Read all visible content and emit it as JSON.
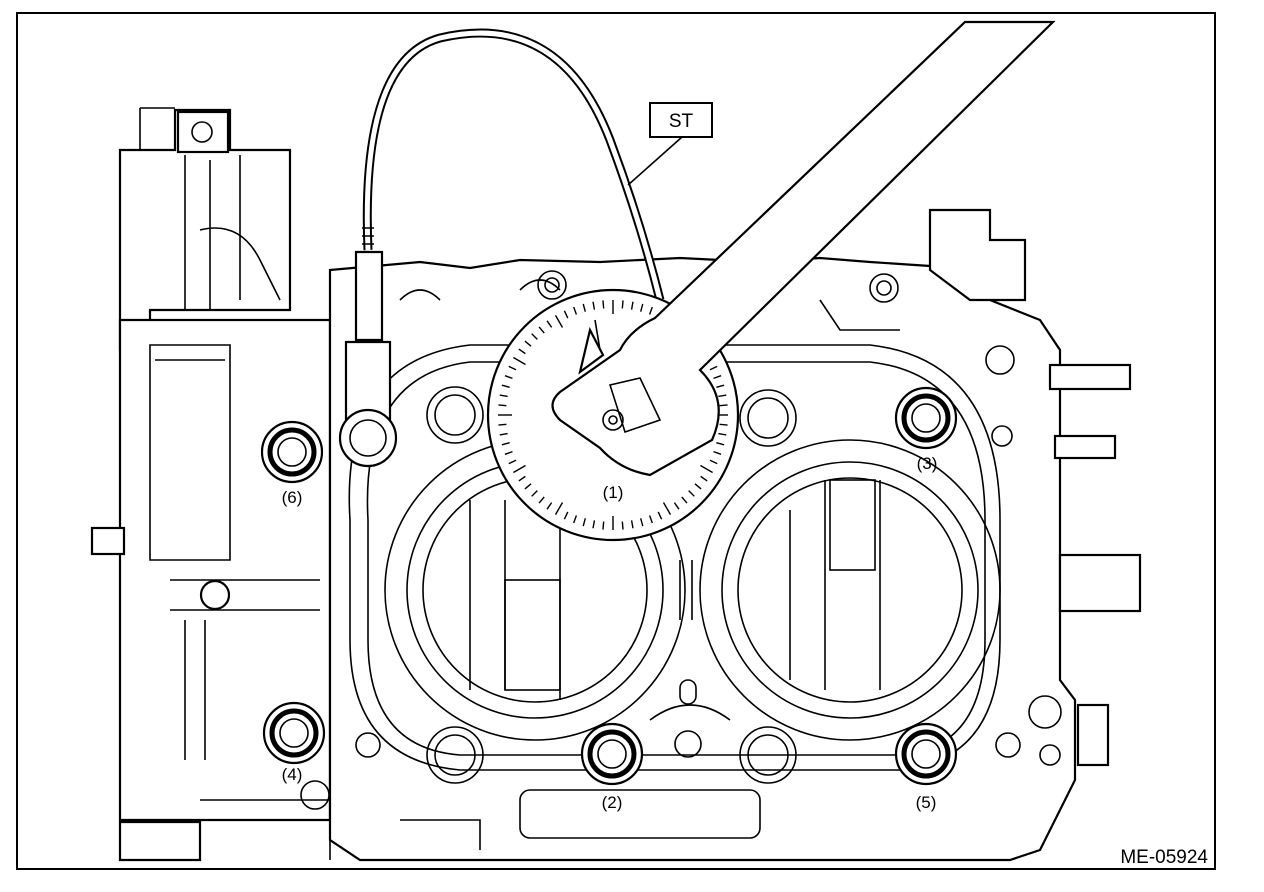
{
  "diagram": {
    "tool_label": "ST",
    "bolt_labels": [
      "(1)",
      "(2)",
      "(3)",
      "(4)",
      "(5)",
      "(6)"
    ],
    "figure_id": "ME-05924"
  }
}
